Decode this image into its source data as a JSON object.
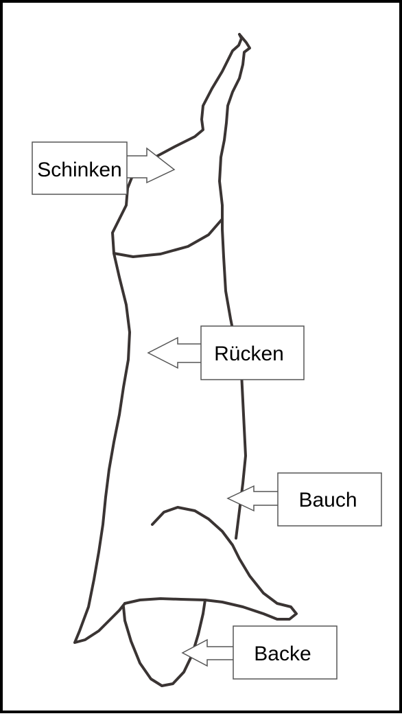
{
  "diagram": {
    "labels": {
      "schinken": "Schinken",
      "ruecken": "Rücken",
      "bauch": "Bauch",
      "backe": "Backe"
    },
    "colors": {
      "outline": "#3a3433",
      "box": "#555555",
      "background": "#ffffff"
    }
  }
}
